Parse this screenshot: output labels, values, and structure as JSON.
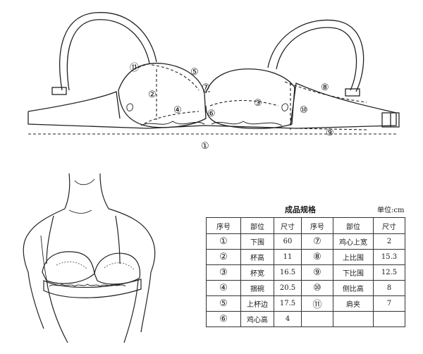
{
  "spec_table": {
    "title": "成品规格",
    "unit": "单位:cm",
    "headers": [
      "序号",
      "部位",
      "尺寸",
      "序号",
      "部位",
      "尺寸"
    ],
    "rows": [
      [
        {
          "num": "①",
          "part": "下围",
          "size": "60"
        },
        {
          "num": "⑦",
          "part": "鸡心上宽",
          "size": "2"
        }
      ],
      [
        {
          "num": "②",
          "part": "杯高",
          "size": "11"
        },
        {
          "num": "⑧",
          "part": "上比围",
          "size": "15.3"
        }
      ],
      [
        {
          "num": "③",
          "part": "杯宽",
          "size": "16.5"
        },
        {
          "num": "⑨",
          "part": "下比围",
          "size": "12.5"
        }
      ],
      [
        {
          "num": "④",
          "part": "捆碗",
          "size": "20.5"
        },
        {
          "num": "⑩",
          "part": "侧比高",
          "size": "8"
        }
      ],
      [
        {
          "num": "⑤",
          "part": "上杯边",
          "size": "17.5"
        },
        {
          "num": "⑪",
          "part": "肩夹",
          "size": "7"
        }
      ],
      [
        {
          "num": "⑥",
          "part": "鸡心高",
          "size": "4"
        },
        {
          "num": "",
          "part": "",
          "size": ""
        }
      ]
    ]
  },
  "diagram_labels": {
    "m1": "①",
    "m2": "②",
    "m3": "③",
    "m4": "④",
    "m5": "⑤",
    "m6": "⑥",
    "m7": "⑦",
    "m8": "⑧",
    "m9": "⑨",
    "m10": "⑩",
    "m11": "⑪"
  }
}
